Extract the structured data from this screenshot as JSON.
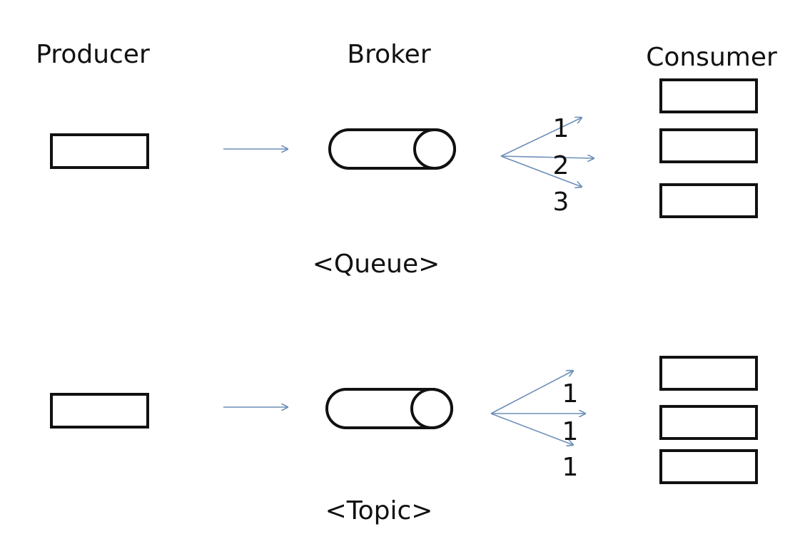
{
  "headers": {
    "producer": "Producer",
    "broker": "Broker",
    "consumer": "Consumer"
  },
  "queue": {
    "caption": "<Queue>",
    "numbers": [
      "1",
      "2",
      "3"
    ]
  },
  "topic": {
    "caption": "<Topic>",
    "numbers": [
      "1",
      "1",
      "1"
    ]
  },
  "colors": {
    "stroke": "#111111",
    "arrow": "#6b8fb8",
    "background": "#ffffff"
  }
}
